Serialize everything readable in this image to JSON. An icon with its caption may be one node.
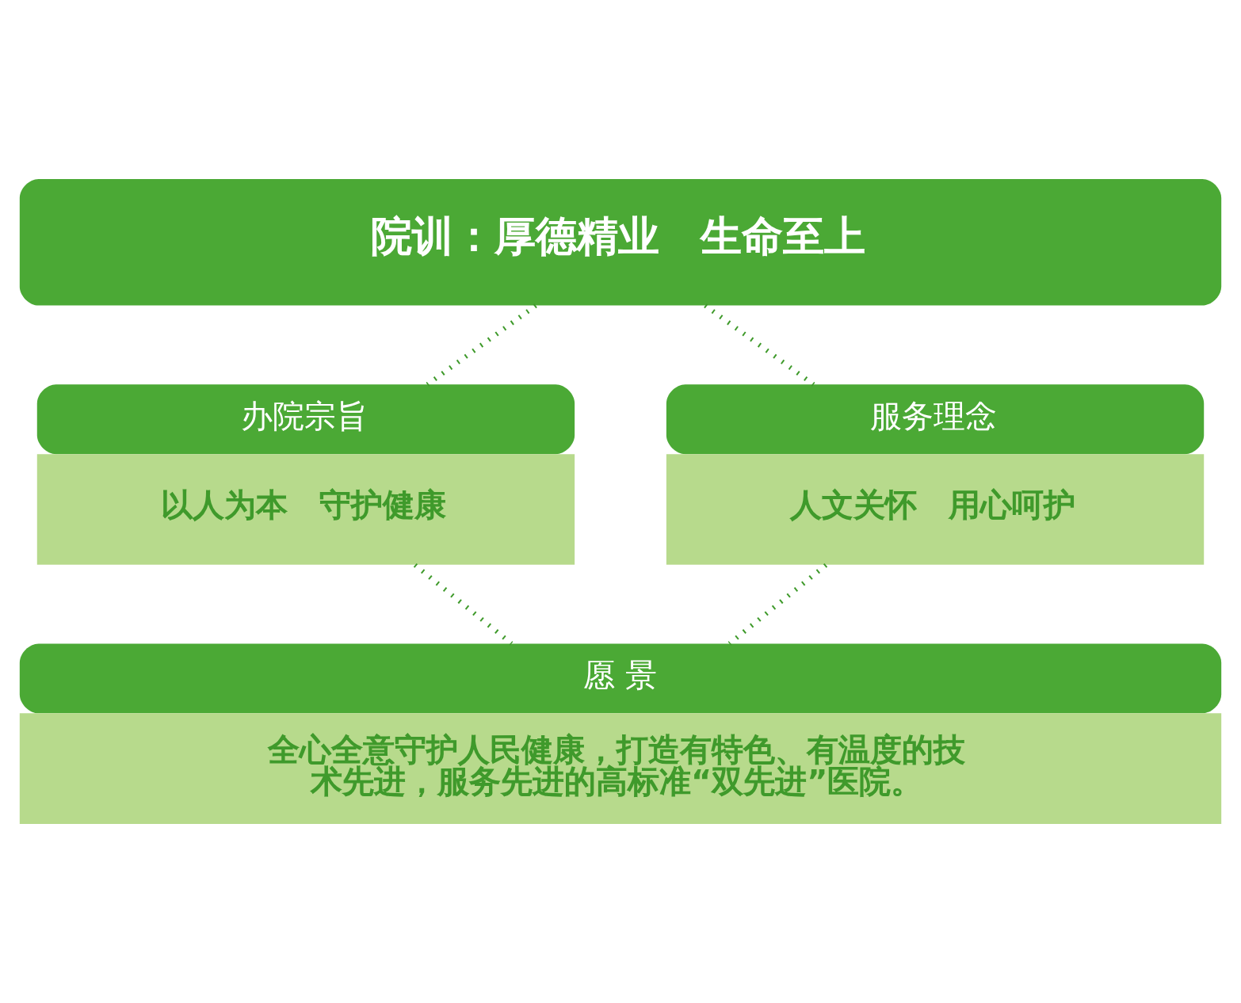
{
  "diagram": {
    "nodes": [
      {
        "text": [
          "院训：厚德精业　生命至上"
        ]
      },
      {
        "text": [
          "办院宗旨",
          "以人为本　守护健康"
        ]
      },
      {
        "text": [
          "服务理念",
          "人文关怀　用心呵护"
        ]
      },
      {
        "text": [
          "愿 景",
          "全心全意守护人民健康，打造有特色、有温度的技术先进，服务先进的高标准“双先进”医院。"
        ]
      }
    ],
    "edges": [
      {
        "from": 0,
        "to": 1,
        "arrow": "none",
        "style": "dashed"
      },
      {
        "from": 0,
        "to": 2,
        "arrow": "none",
        "style": "dashed"
      },
      {
        "from": 1,
        "to": 3,
        "arrow": "none",
        "style": "dashed"
      },
      {
        "from": 2,
        "to": 3,
        "arrow": "none",
        "style": "dashed"
      }
    ]
  }
}
